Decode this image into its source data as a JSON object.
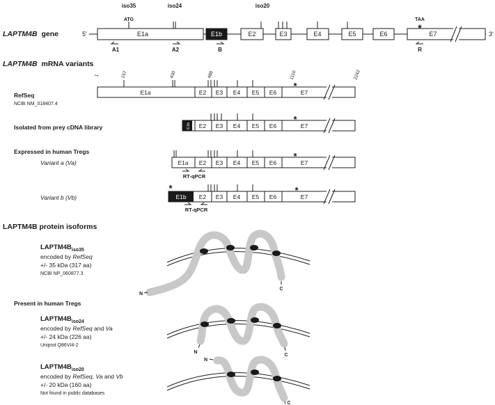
{
  "gene": {
    "title_name": "LAPTM4B",
    "title_suffix": "gene",
    "end5": "5'",
    "end3": "3'",
    "iso_labels": [
      "iso35",
      "iso24",
      "iso20"
    ],
    "atg": "ATG",
    "taa": "TAA",
    "star": "*",
    "exons": [
      "E1a",
      "E1b",
      "E2",
      "E3",
      "E4",
      "E5",
      "E6",
      "E7"
    ],
    "primers": [
      "A1",
      "A2",
      "B",
      "R"
    ]
  },
  "mrna": {
    "title_name": "LAPTM4B",
    "title_suffix": "mRNA variants",
    "positions": [
      "1",
      "157",
      "430",
      "488",
      "1110",
      "2242"
    ],
    "star": "*",
    "refseq": {
      "label": "RefSeq",
      "accession": "NCBI NM_018407.4"
    },
    "prey_label": "Isolated from prey cDNA library",
    "tregs_label": "Expressed in human Tregs",
    "variant_a": "Variant a (Va)",
    "variant_b": "Variant b (Vb)",
    "rt_qpcr": "RT-qPCR",
    "exons": {
      "e1a": "E1a",
      "e1b": "E1b",
      "e2": "E2",
      "e3": "E3",
      "e4": "E4",
      "e5": "E5",
      "e6": "E6",
      "e7": "E7"
    }
  },
  "protein": {
    "title": "LAPTM4B protein isoforms",
    "n": "N",
    "c": "C",
    "present_label": "Present in human Tregs",
    "iso35": {
      "name": "LAPTM4B",
      "sub": "iso35",
      "encoded_prefix": "encoded by ",
      "encoded_italic": "RefSeq",
      "size": "+/- 35 kDa (317 aa)",
      "source": "NCBI NP_060877.3"
    },
    "iso24": {
      "name": "LAPTM4B",
      "sub": "iso24",
      "encoded_prefix": "encoded by ",
      "encoded_italic": "RefSeq",
      "encoded_mid": " and ",
      "encoded_italic2": "Va",
      "size": "+/- 24 kDa (226 aa)",
      "source": "Uniprot Q86VI4-2"
    },
    "iso20": {
      "name": "LAPTM4B",
      "sub": "iso20",
      "encoded_prefix": "encoded by ",
      "encoded_italic": "RefSeq, Va",
      "encoded_mid": " and ",
      "encoded_italic2": "Vb",
      "size": "+/- 20 kDa (160 aa)",
      "source": "Not found in public databases"
    }
  }
}
